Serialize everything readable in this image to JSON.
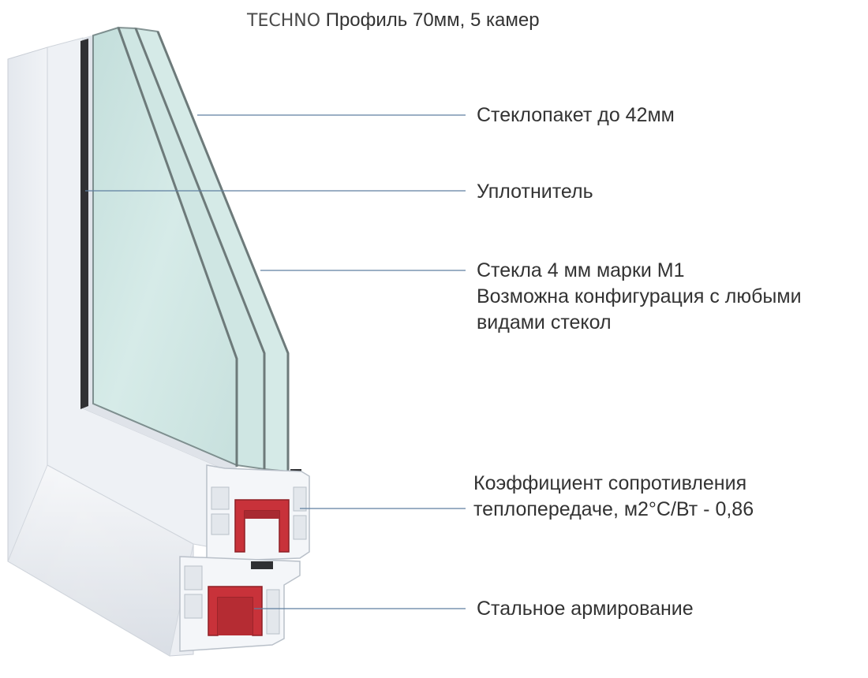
{
  "title": {
    "brand": "TECHNO",
    "text": "Профиль 70мм, 5 камер"
  },
  "callouts": [
    {
      "id": "glass-unit",
      "lines": [
        "Стеклопакет до 42мм"
      ]
    },
    {
      "id": "seal",
      "lines": [
        "Уплотнитель"
      ]
    },
    {
      "id": "glass-panes",
      "lines": [
        "Стекла 4 мм марки М1",
        "Возможна конфигурация с любыми",
        "видами стекол"
      ]
    },
    {
      "id": "heat-resistance",
      "lines": [
        "Коэффициент сопротивления",
        "теплопередаче, м2°С/Вт - 0,86"
      ]
    },
    {
      "id": "steel-reinforcement",
      "lines": [
        "Стальное армирование"
      ]
    }
  ],
  "colors": {
    "glass": "#cfe6e4",
    "glass_edge": "#7e8f8f",
    "frame_white": "#f2f4f7",
    "frame_shadow": "#d9dde3",
    "seal_dark": "#3a3a3a",
    "steel_red": "#c8323a",
    "spacer_brown": "#8a5a2b",
    "leader_line": "#5f7fa0"
  }
}
